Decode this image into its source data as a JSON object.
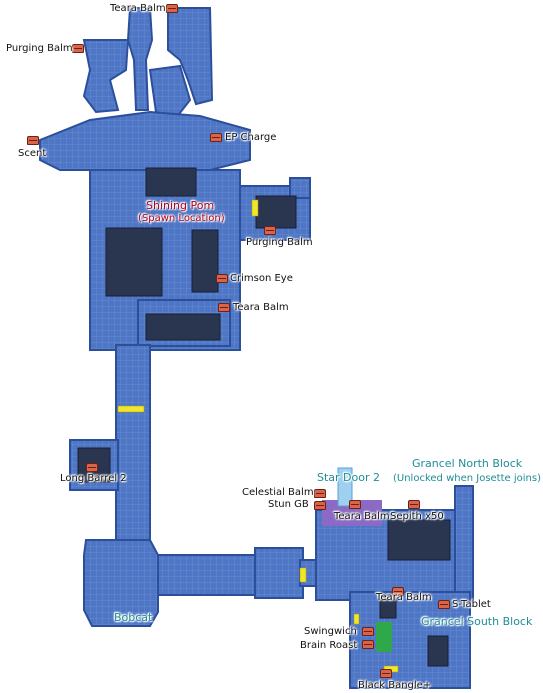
{
  "colors": {
    "floor": "#4f76c4",
    "floor_edge": "#2c4f9c",
    "wall": "#2a3550",
    "door": "#f0e62a",
    "green_room": "#2ea84a",
    "purple_room": "#8a6ac4",
    "star_door": "#9fd0f0",
    "chest": "#d9644a",
    "label_red": "#b0001a",
    "label_teal": "#1f8e96"
  },
  "labels": {
    "shining_pom": "Shining Pom",
    "spawn_location": "(Spawn Location)",
    "star_door_2": "Star Door 2",
    "grancel_north": "Grancel North Block",
    "grancel_north_note": "(Unlocked when Josette joins)",
    "grancel_south": "Grancel South Block",
    "bobcat": "Bobcat"
  },
  "items": {
    "teara_balm_top": "Teara Balm",
    "purging_balm_left": "Purging Balm",
    "ep_charge": "EP Charge",
    "scent": "Scent",
    "purging_balm_right": "Purging Balm",
    "crimson_eye": "Crimson Eye",
    "teara_balm_mid": "Teara Balm",
    "long_barrel_2": "Long Barrel 2",
    "celestial_balm": "Celestial Balm",
    "stun_gb": "Stun GB",
    "teara_balm_star": "Teara Balm",
    "sepith_x50": "Sepith x50",
    "teara_balm_south": "Teara Balm",
    "s_tablet": "S-Tablet",
    "swingwich": "Swingwich",
    "brain_roast": "Brain Roast",
    "black_bangle": "Black Bangle+"
  }
}
